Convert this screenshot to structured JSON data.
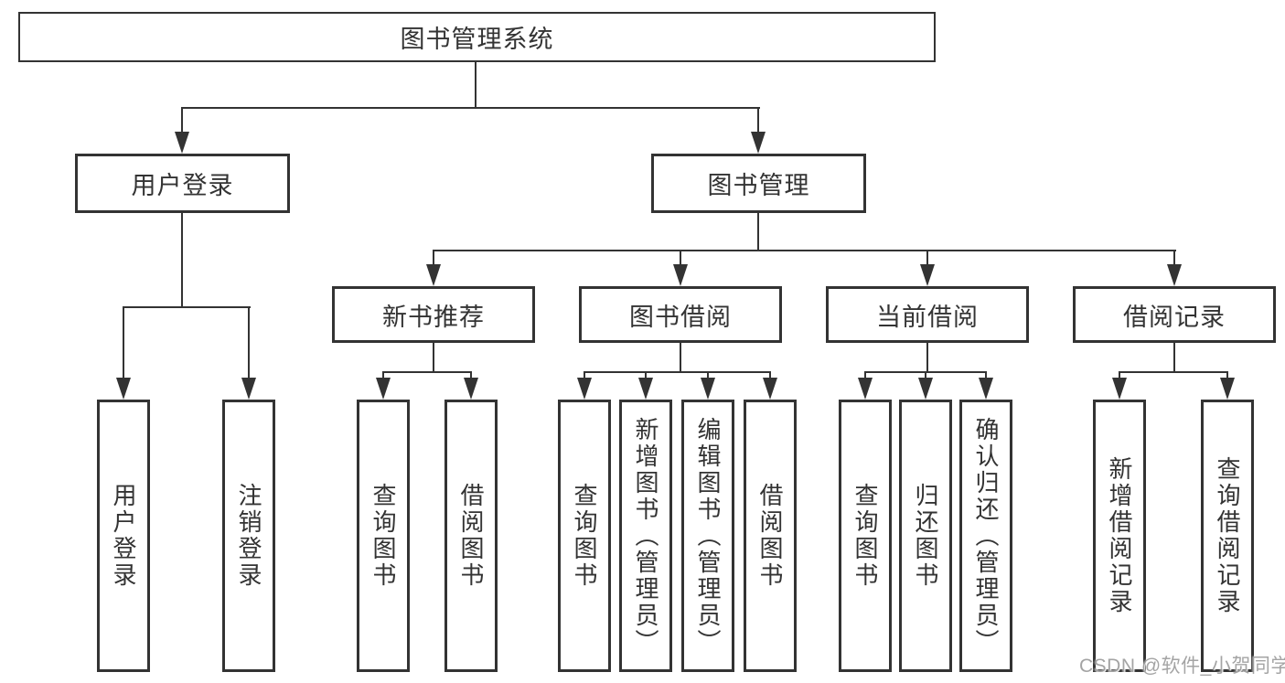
{
  "diagram": {
    "root": "图书管理系统",
    "branches": [
      {
        "label": "用户登录",
        "children": [
          "用户登录",
          "注销登录"
        ]
      },
      {
        "label": "图书管理",
        "groups": [
          {
            "label": "新书推荐",
            "children": [
              "查询图书",
              "借阅图书"
            ]
          },
          {
            "label": "图书借阅",
            "children": [
              "查询图书",
              "新增图书（管理员）",
              "编辑图书（管理员）",
              "借阅图书"
            ]
          },
          {
            "label": "当前借阅",
            "children": [
              "查询图书",
              "归还图书",
              "确认归还（管理员）"
            ]
          },
          {
            "label": "借阅记录",
            "children": [
              "新增借阅记录",
              "查询借阅记录"
            ]
          }
        ]
      }
    ]
  },
  "watermark": "CSDN @软件_小贺同学",
  "colors": {
    "line": "#333333",
    "text": "#333333",
    "watermark": "#9a9a9a",
    "background": "#ffffff"
  }
}
